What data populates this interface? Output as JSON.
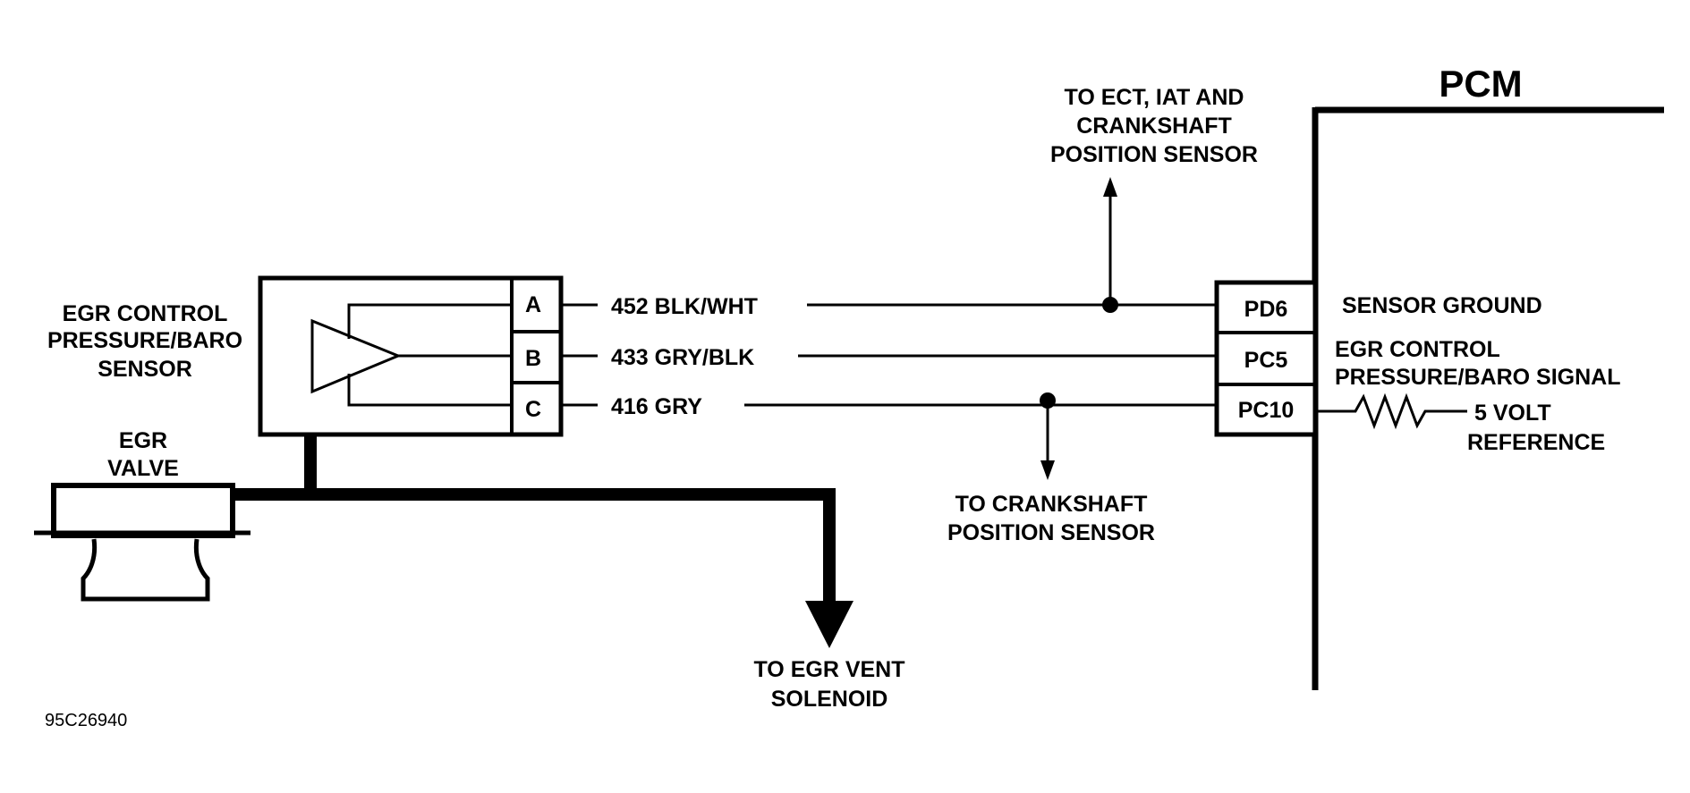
{
  "pcm": {
    "title": "PCM"
  },
  "sensor": {
    "label_lines": [
      "EGR CONTROL",
      "PRESSURE/BARO",
      "SENSOR"
    ],
    "pins": [
      "A",
      "B",
      "C"
    ]
  },
  "valve": {
    "label_lines": [
      "EGR",
      "VALVE"
    ]
  },
  "wires": [
    {
      "pin": "A",
      "circuit": "452 BLK/WHT",
      "terminal": "PD6",
      "function_lines": [
        "SENSOR GROUND"
      ]
    },
    {
      "pin": "B",
      "circuit": "433 GRY/BLK",
      "terminal": "PC5",
      "function_lines": [
        "EGR CONTROL",
        "PRESSURE/BARO SIGNAL"
      ]
    },
    {
      "pin": "C",
      "circuit": "416 GRY",
      "terminal": "PC10",
      "function_lines": [
        "5 VOLT",
        "REFERENCE"
      ]
    }
  ],
  "branches": {
    "up_lines": [
      "TO ECT, IAT AND",
      "CRANKSHAFT",
      "POSITION SENSOR"
    ],
    "down_lines": [
      "TO CRANKSHAFT",
      "POSITION SENSOR"
    ],
    "vent_lines": [
      "TO EGR VENT",
      "SOLENOID"
    ]
  },
  "figure_id": "95C26940"
}
